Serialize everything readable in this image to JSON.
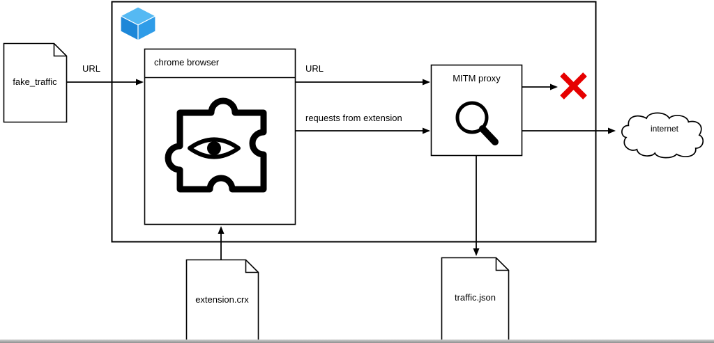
{
  "nodes": {
    "fake_traffic": {
      "label": "fake_traffic"
    },
    "chrome_browser": {
      "label": "chrome browser"
    },
    "mitm_proxy": {
      "label": "MITM proxy"
    },
    "internet": {
      "label": "internet"
    },
    "extension_crx": {
      "label": "extension.crx"
    },
    "traffic_json": {
      "label": "traffic.json"
    }
  },
  "edges": {
    "fake_to_browser": {
      "label": "URL"
    },
    "browser_to_proxy_url": {
      "label": "URL"
    },
    "browser_to_proxy_requests": {
      "label": "requests from extension"
    }
  },
  "icons": {
    "container": "package-cube-icon",
    "extension": "puzzle-piece-eye-icon",
    "proxy": "magnifier-icon",
    "blocked": "red-x-icon",
    "internet": "cloud-shape",
    "files": "document-dogear-shape"
  },
  "colors": {
    "cube_top": "#55b9f3",
    "cube_side_left": "#1d87d8",
    "cube_side_right": "#2f9ce8",
    "blocked_x": "#e60000",
    "line": "#000000"
  }
}
